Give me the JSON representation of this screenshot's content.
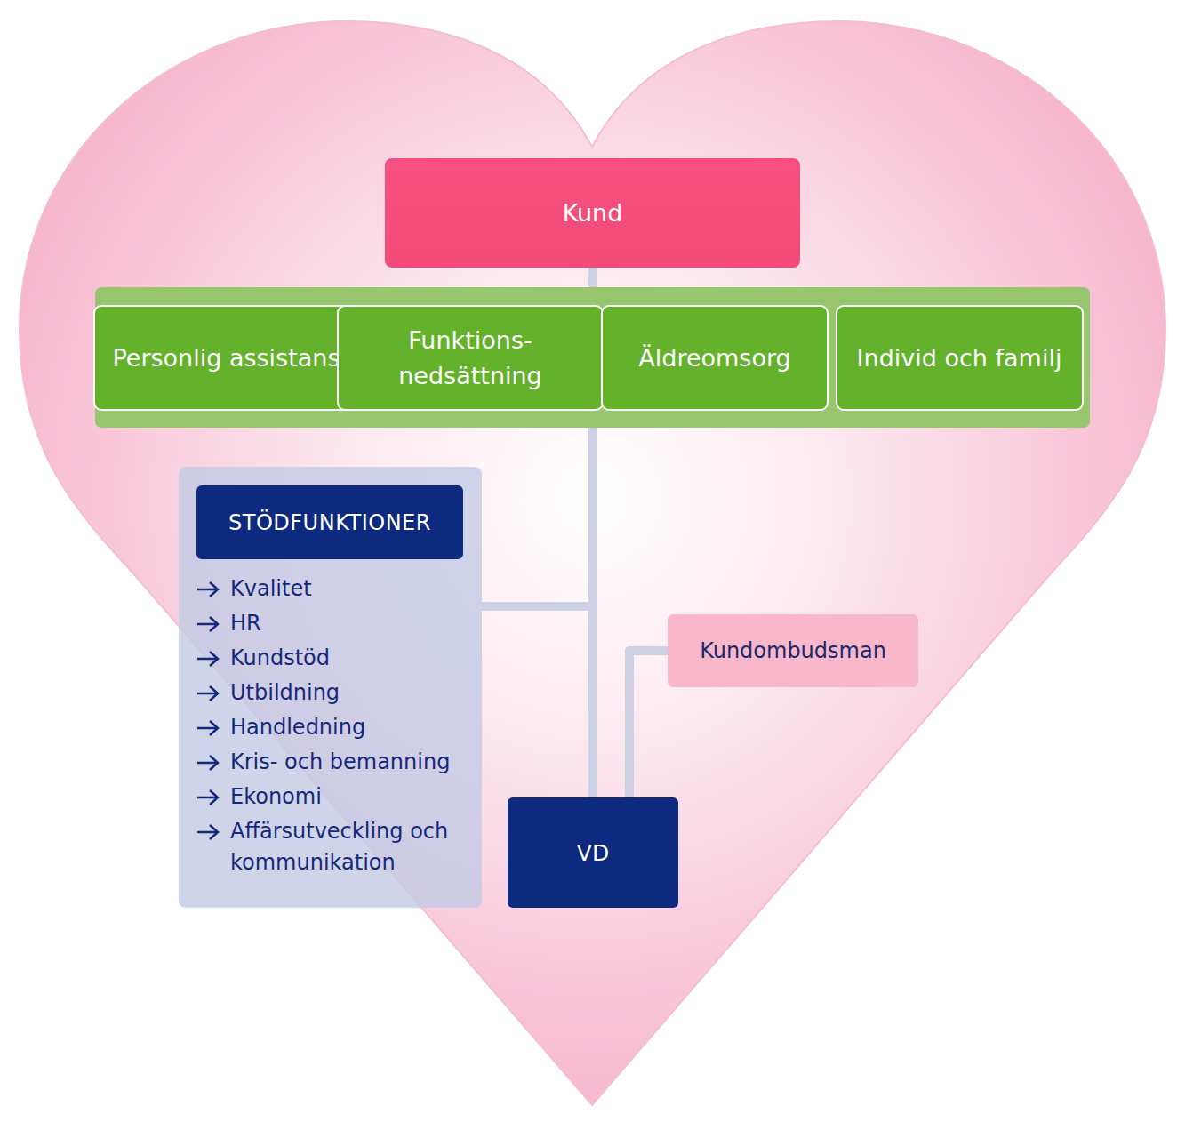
{
  "diagram": {
    "nodes": [
      {
        "text": [
          "Kund"
        ]
      },
      {
        "text": [
          "Personlig assistans"
        ]
      },
      {
        "text": [
          "Funktions- nedsättning"
        ]
      },
      {
        "text": [
          "Äldreomsorg"
        ]
      },
      {
        "text": [
          "Individ och familj"
        ]
      },
      {
        "text": [
          "Kvalitet",
          "HR",
          "Kundstöd",
          "Utbildning",
          "Handledning",
          "Kris- och bemanning",
          "Ekonomi",
          "Affärsutveckling och kommunikation"
        ]
      },
      {
        "text": [
          "STÖDFUNKTIONER"
        ],
        "in": 5
      },
      {
        "text": [
          "Kundombudsman"
        ]
      },
      {
        "text": [
          "VD"
        ]
      }
    ],
    "edges": [
      {
        "from": 0,
        "to": 8,
        "arrow": "none"
      },
      {
        "from": 5,
        "to": 8,
        "arrow": "none"
      },
      {
        "from": 7,
        "to": 8,
        "arrow": "none"
      }
    ]
  }
}
